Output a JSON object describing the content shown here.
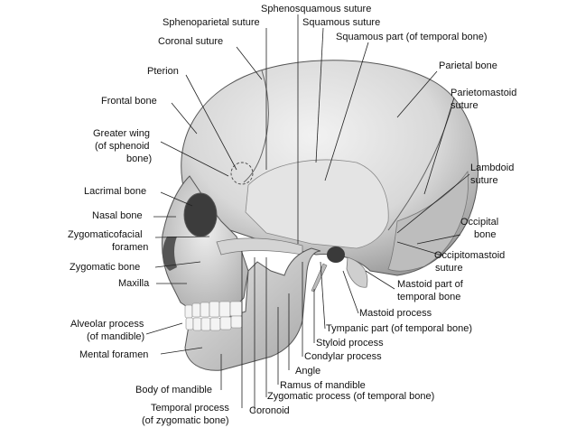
{
  "labels": {
    "sphenosquamous": "Sphenosquamous suture",
    "sphenoparietal": "Sphenoparietal suture",
    "squamous_suture": "Squamous suture",
    "squamous_part": "Squamous part (of temporal bone)",
    "coronal": "Coronal suture",
    "parietal_bone": "Parietal bone",
    "pterion": "Pterion",
    "parietomastoid_1": "Parietomastoid",
    "parietomastoid_2": "suture",
    "frontal_bone": "Frontal bone",
    "greater_wing_1": "Greater wing",
    "greater_wing_2": "(of sphenoid",
    "greater_wing_3": "bone)",
    "lambdoid_1": "Lambdoid",
    "lambdoid_2": "suture",
    "lacrimal": "Lacrimal bone",
    "nasal": "Nasal bone",
    "occipital_1": "Occipital",
    "occipital_2": "bone",
    "zygomaticofacial_1": "Zygomaticofacial",
    "zygomaticofacial_2": "foramen",
    "occipitomastoid_1": "Occipitomastoid",
    "occipitomastoid_2": "suture",
    "zygomatic_bone": "Zygomatic bone",
    "maxilla": "Maxilla",
    "mastoid_part_1": "Mastoid part of",
    "mastoid_part_2": "temporal bone",
    "mastoid_process": "Mastoid process",
    "alveolar_1": "Alveolar process",
    "alveolar_2": "(of mandible)",
    "tympanic": "Tympanic part (of temporal bone)",
    "styloid": "Styloid process",
    "mental_foramen": "Mental foramen",
    "condylar": "Condylar process",
    "angle": "Angle",
    "ramus": "Ramus of mandible",
    "body_mandible": "Body of mandible",
    "zygomatic_process": "Zygomatic process (of temporal bone)",
    "temporal_process_1": "Temporal process",
    "temporal_process_2": "(of zygomatic bone)",
    "coronoid": "Coronoid"
  },
  "colors": {
    "bone_light": "#e9e9e9",
    "bone_mid": "#c9c9c9",
    "bone_dark": "#8f8f8f",
    "shadow": "#4a4a4a",
    "leader": "#222222",
    "text": "#111111"
  }
}
